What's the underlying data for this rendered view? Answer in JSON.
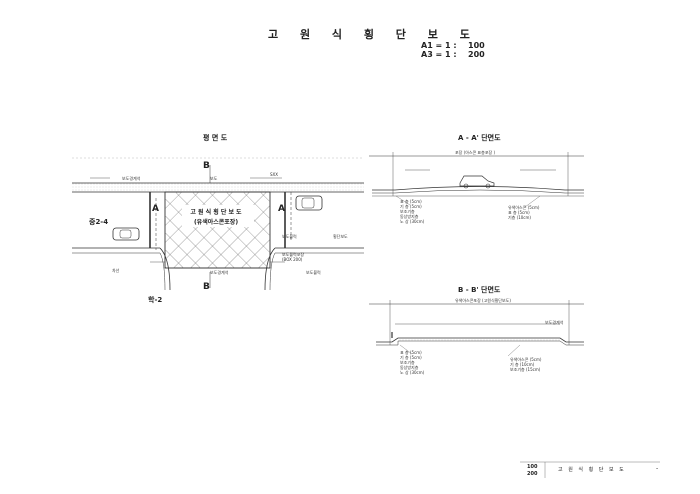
{
  "title": "고 원 식 횡 단 보 도",
  "scale": {
    "a1_label": "A1 = 1 :",
    "a1_value": "100",
    "a3_label": "A3 = 1 :",
    "a3_value": "200"
  },
  "plan": {
    "heading": "평 면 도",
    "marker_b_top": "B",
    "marker_b_bottom": "B",
    "marker_a_left": "A",
    "marker_a_right": "A",
    "plaza_label": "고 원 식 횡 단 보 도",
    "plaza_sub": "(유색아스콘포장)",
    "left_tag": "중2-4",
    "bottom_tag": "학-2",
    "small_notes": {
      "top_left": "보도경계석",
      "top_mid": "보도",
      "top_right": "SXX",
      "right_1": "횡단보도",
      "right_2": "보도블럭",
      "right_3": "보도블럭포장",
      "right_4": "(BOX 200)",
      "bottom_left": "차선",
      "bottom_mid": "보도경계석",
      "bottom_right": "보도블럭"
    }
  },
  "section_aa": {
    "heading": "A - A' 단면도",
    "top_note": "포장 (아스콘 표층포장 )",
    "left_notes": [
      "표 층 (5cm)",
      "기 층 (5cm)",
      "보조기층",
      "동상방지층",
      "노 상 (30cm)"
    ],
    "right_notes": [
      "유색아스콘 (5cm)",
      "표 층 (5cm)",
      "기층 (10cm)"
    ]
  },
  "section_bb": {
    "heading": "B - B' 단면도",
    "top_note": "유색아스콘포장 (고원식횡단보도)",
    "right_tag": "보도경계석",
    "left_notes": [
      "표 층 (5cm)",
      "기 층 (5cm)",
      "보조기층",
      "동상방지층",
      "노 상 (30cm)"
    ],
    "right_notes": [
      "유색아스콘 (5cm)",
      "기 층 (10cm)",
      "보조기층 (15cm)"
    ]
  },
  "title_block": {
    "scale_1": "100",
    "scale_2": "200",
    "drawing_name": "고 원 식 횡 단 보 도",
    "sheet_mark": "-"
  }
}
